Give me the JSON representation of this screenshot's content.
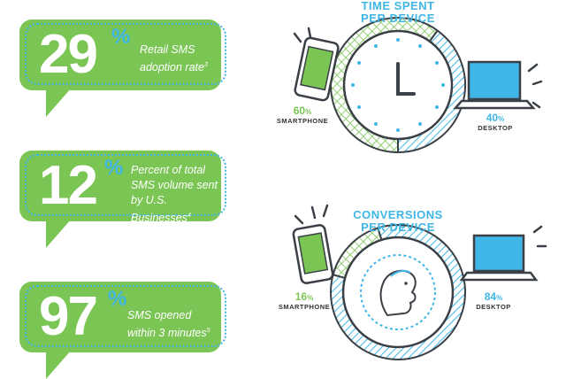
{
  "stats": [
    {
      "number": "29",
      "percent_sign": "%",
      "text_lines": [
        "Retail SMS",
        "adoption rate"
      ],
      "footnote": "3"
    },
    {
      "number": "12",
      "percent_sign": "%",
      "text_lines": [
        "Percent of total",
        "SMS volume sent",
        "by U.S. Businesses"
      ],
      "footnote": "4"
    },
    {
      "number": "97",
      "percent_sign": "%",
      "text_lines": [
        "SMS opened",
        "within 3 minutes"
      ],
      "footnote": "5"
    }
  ],
  "time_spent": {
    "title_lines": [
      "TIME SPENT",
      "PER DEVICE"
    ],
    "smartphone": {
      "value": "60",
      "unit": "%",
      "label": "SMARTPHONE",
      "share": 60
    },
    "desktop": {
      "value": "40",
      "unit": "%",
      "label": "DESKTOP",
      "share": 40
    }
  },
  "conversions": {
    "title_lines": [
      "CONVERSIONS",
      "PER DEVICE"
    ],
    "smartphone": {
      "value": "16",
      "unit": "%",
      "label": "SMARTPHONE",
      "share": 16
    },
    "desktop": {
      "value": "84",
      "unit": "%",
      "label": "DESKTOP",
      "share": 84
    }
  },
  "colors": {
    "green": "#7bc554",
    "blue": "#3fb6e6",
    "outline": "#3a4046",
    "white": "#ffffff"
  }
}
